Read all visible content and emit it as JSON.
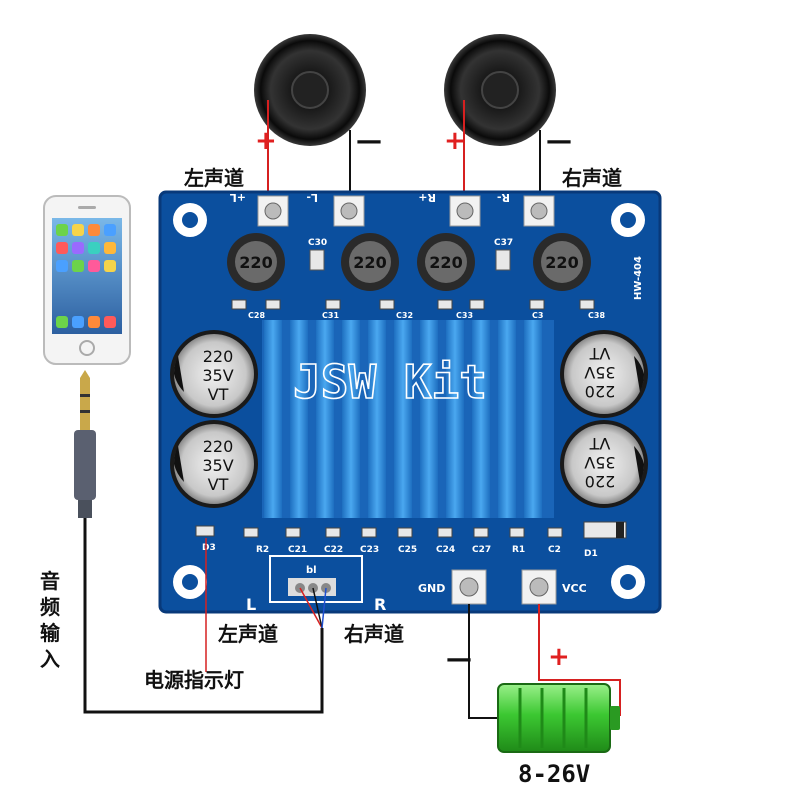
{
  "colors": {
    "pcb": "#0b4f9e",
    "pcb_dark": "#08397a",
    "heatsink": "#2a8ad8",
    "wire_red": "#d62020",
    "wire_black": "#111111",
    "battery_green": "#38c830"
  },
  "labels": {
    "left_channel_top": "左声道",
    "right_channel_top": "右声道",
    "left_channel_bottom": "左声道",
    "right_channel_bottom": "右声道",
    "audio_input_vertical": [
      "音",
      "频",
      "输",
      "入"
    ],
    "power_indicator": "电源指示灯",
    "voltage": "8-26V"
  },
  "signs": {
    "plus": "+",
    "minus": "—",
    "battery_minus": "—",
    "battery_plus": "+"
  },
  "pcb": {
    "brand": "JSW Kit",
    "model": "HW-404",
    "terminals": {
      "l_plus": "+L",
      "l_minus": "L-",
      "r_plus": "R+",
      "r_minus": "R-",
      "gnd": "GND",
      "vcc": "VCC"
    },
    "channel_l": "L",
    "channel_r": "R",
    "inductor_value": "220",
    "cap_lines": [
      "220",
      "35V",
      "VT"
    ],
    "ref_top": [
      "C30",
      "C37",
      "C28",
      "C31",
      "C32",
      "C33",
      "C3",
      "C38"
    ],
    "ref_bottom": [
      "R2",
      "C21",
      "C22",
      "C23",
      "C25",
      "C24",
      "C27",
      "R1",
      "C2",
      "D1",
      "D3"
    ],
    "pot_label": "bl"
  },
  "icons": {
    "speaker_left": "speaker-icon",
    "speaker_right": "speaker-icon",
    "phone": "smartphone-icon",
    "jack": "audio-jack-icon",
    "battery": "battery-icon"
  }
}
